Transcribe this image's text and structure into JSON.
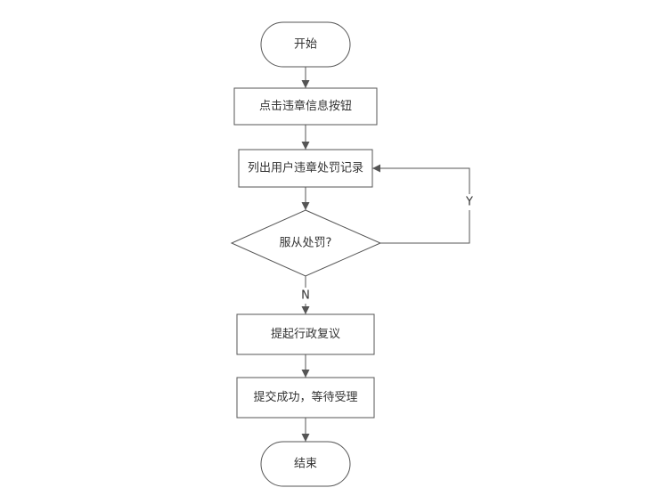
{
  "flowchart": {
    "nodes": {
      "start": "开始",
      "click_button": "点击违章信息按钮",
      "list_records": "列出用户违章处罚记录",
      "accept_decision": "服从处罚?",
      "submit_review": "提起行政复议",
      "submit_success": "提交成功，等待受理",
      "end": "结束"
    },
    "edge_labels": {
      "yes": "Y",
      "no": "N"
    },
    "colors": {
      "stroke": "#555555",
      "fill": "#ffffff",
      "text": "#333333"
    }
  }
}
